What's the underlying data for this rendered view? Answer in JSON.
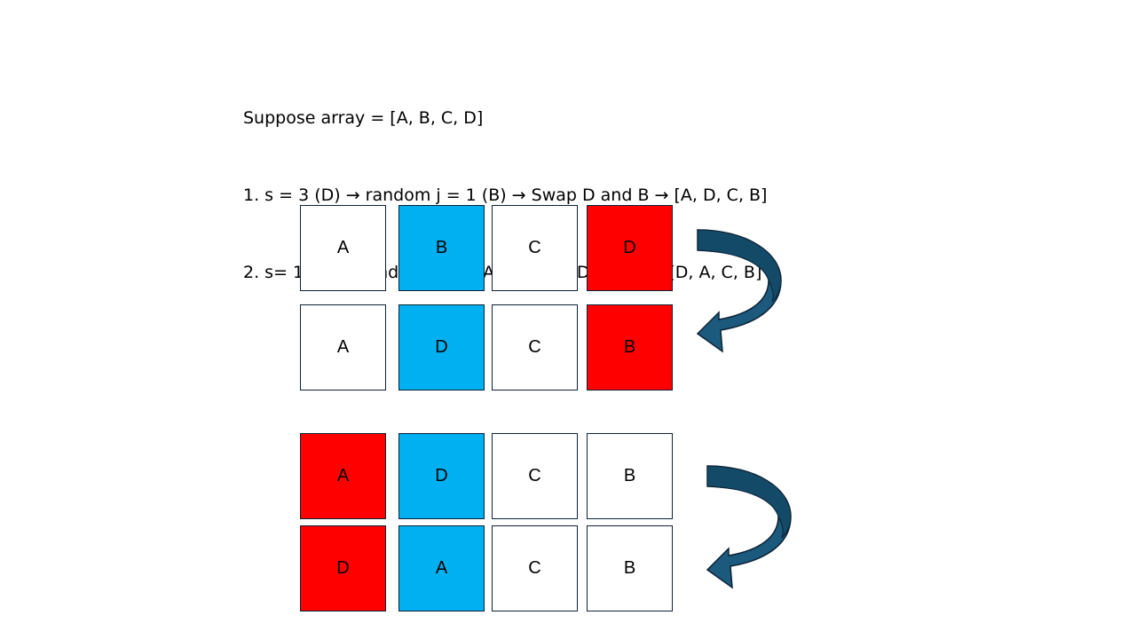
{
  "description_lines": [
    "Suppose array = [A, B, C, D]",
    "1. s = 3 (D) → random j = 1 (B) → Swap D and B → [A, D, C, B]",
    "2. s= 1 (D) → random j = 0 (A) → Swap D and A → [D, A, C, B]"
  ],
  "colors": {
    "red": "#ff0000",
    "blue": "#00b0f0",
    "white": "#ffffff",
    "cell_border": "#0d2236",
    "arrow_fill": "#1b5a7d",
    "arrow_top": "#124a68",
    "arrow_border": "#0d2236"
  },
  "rows": [
    {
      "cells": [
        {
          "label": "A",
          "color": "white"
        },
        {
          "label": "B",
          "color": "blue"
        },
        {
          "label": "C",
          "color": "white"
        },
        {
          "label": "D",
          "color": "red"
        }
      ]
    },
    {
      "cells": [
        {
          "label": "A",
          "color": "white"
        },
        {
          "label": "D",
          "color": "blue"
        },
        {
          "label": "C",
          "color": "white"
        },
        {
          "label": "B",
          "color": "red"
        }
      ]
    },
    {
      "cells": [
        {
          "label": "A",
          "color": "red"
        },
        {
          "label": "D",
          "color": "blue"
        },
        {
          "label": "C",
          "color": "white"
        },
        {
          "label": "B",
          "color": "white"
        }
      ]
    },
    {
      "cells": [
        {
          "label": "D",
          "color": "red"
        },
        {
          "label": "A",
          "color": "blue"
        },
        {
          "label": "C",
          "color": "white"
        },
        {
          "label": "B",
          "color": "white"
        }
      ]
    }
  ],
  "arrows": [
    {
      "icon": "curved-arrow-icon"
    },
    {
      "icon": "curved-arrow-icon"
    }
  ]
}
